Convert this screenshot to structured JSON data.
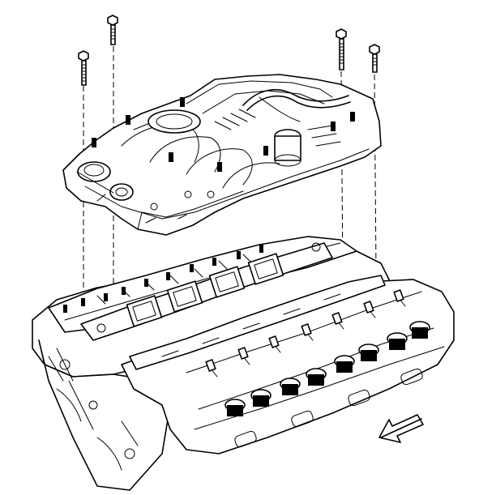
{
  "diagram": {
    "components": [
      {
        "id": "intake-manifold"
      },
      {
        "id": "manifold-gasket-left"
      },
      {
        "id": "manifold-gasket-right"
      },
      {
        "id": "engine-block"
      },
      {
        "id": "cylinder-head-left"
      },
      {
        "id": "cylinder-head-right"
      }
    ],
    "bolt_count": 4,
    "direction_arrow": "front-of-vehicle",
    "colors": {
      "line": "#000000",
      "background": "#ffffff"
    }
  }
}
